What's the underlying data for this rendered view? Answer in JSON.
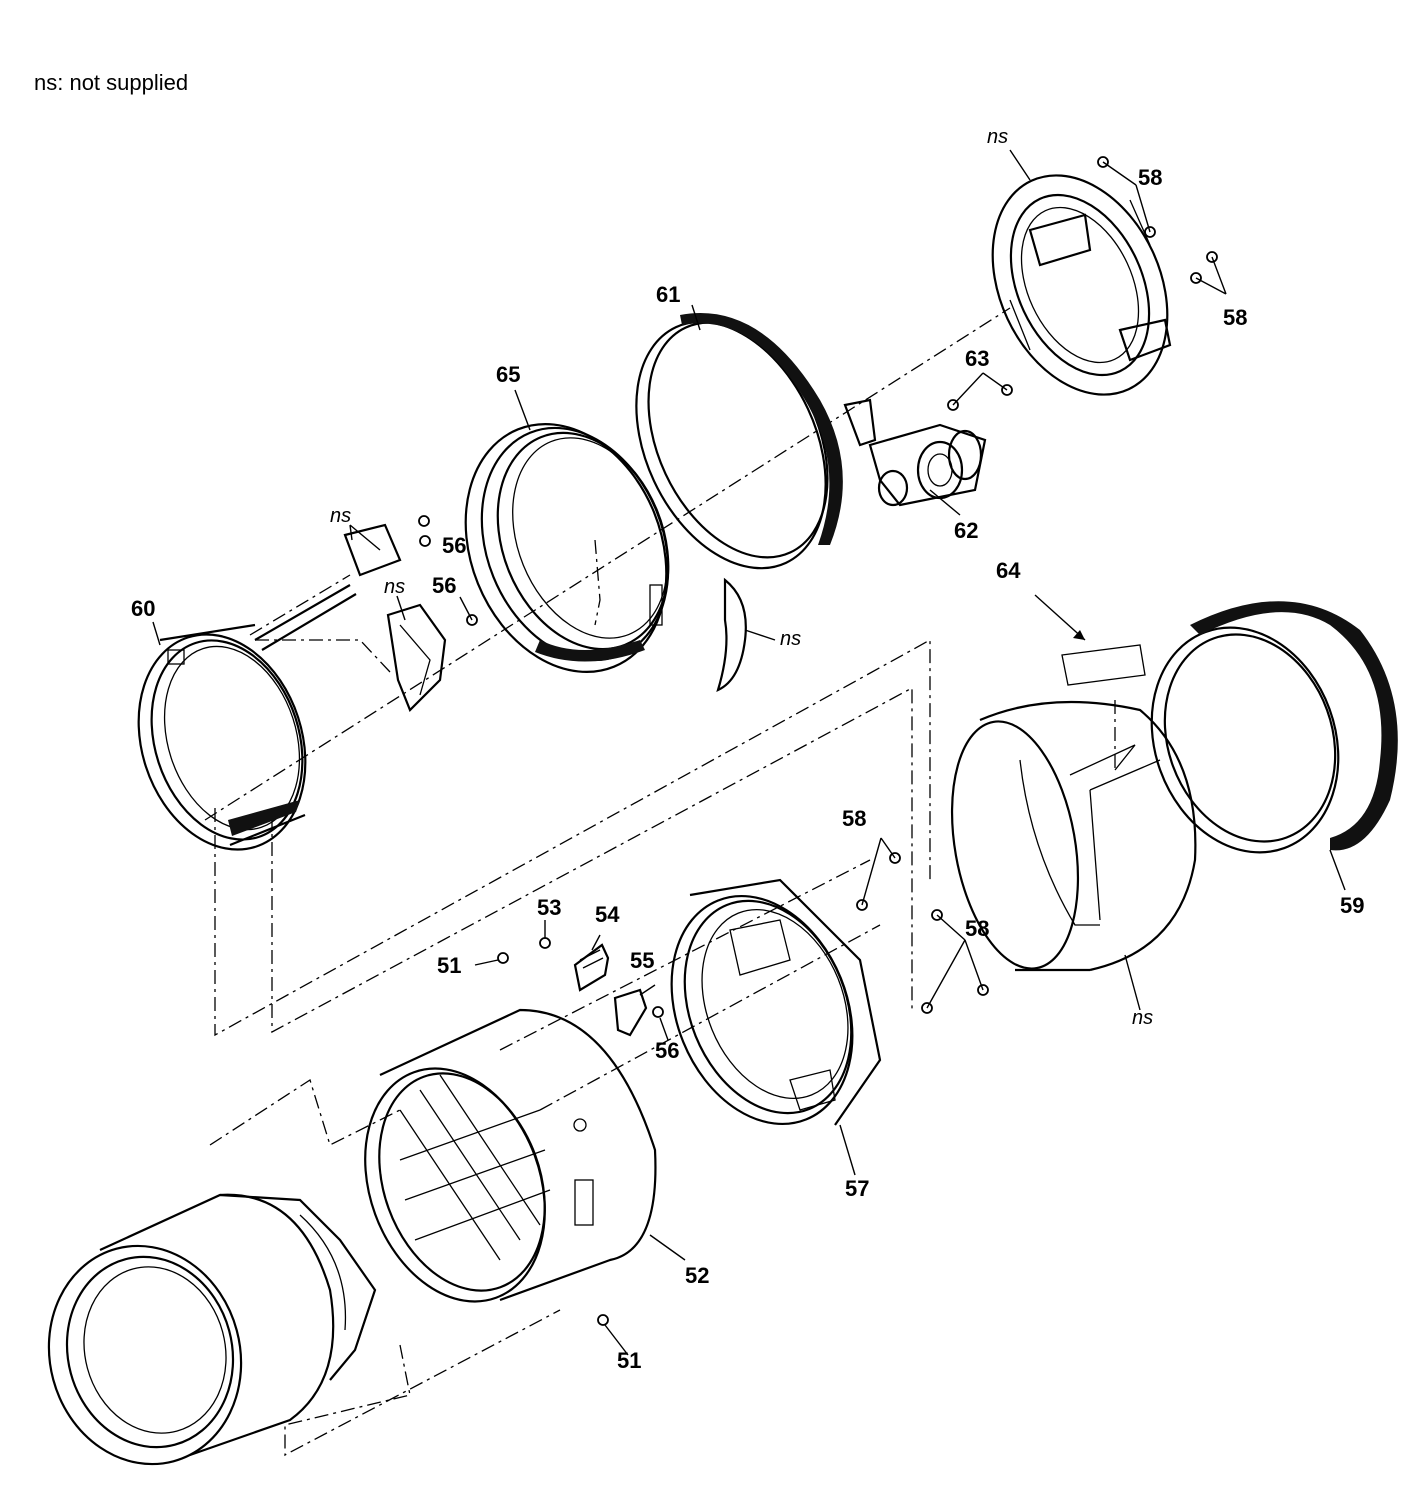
{
  "legend": {
    "note": "ns: not supplied"
  },
  "callouts": {
    "p51a": "51",
    "p51b": "51",
    "p52": "52",
    "p53": "53",
    "p54": "54",
    "p55": "55",
    "p56a": "56",
    "p56b": "56",
    "p56c": "56",
    "p57": "57",
    "p58a": "58",
    "p58b": "58",
    "p58c": "58",
    "p58d": "58",
    "p59": "59",
    "p60": "60",
    "p61": "61",
    "p62": "62",
    "p63": "63",
    "p64": "64",
    "p65": "65"
  },
  "ns_labels": {
    "ns1": "ns",
    "ns2": "ns",
    "ns3": "ns",
    "ns4": "ns",
    "ns5": "ns"
  }
}
